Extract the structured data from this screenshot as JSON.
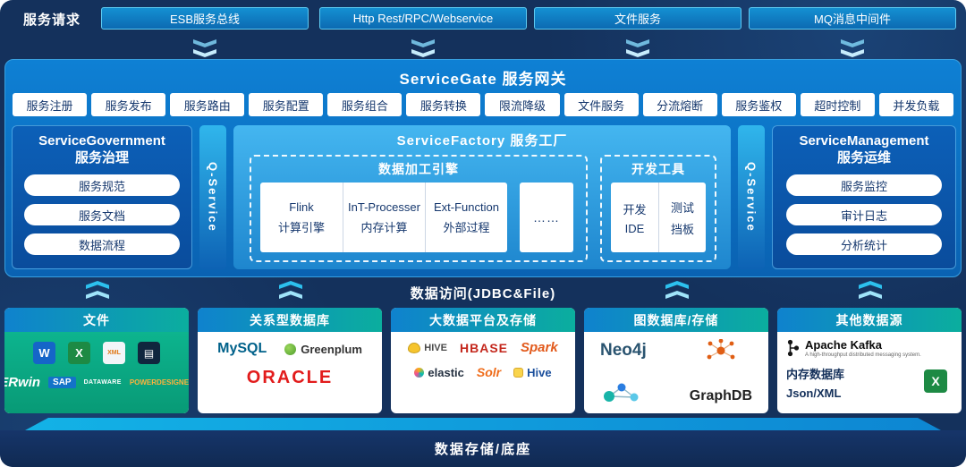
{
  "request_bar": {
    "label": "服务请求",
    "channels": [
      "ESB服务总线",
      "Http Rest/RPC/Webservice",
      "文件服务",
      "MQ消息中间件"
    ]
  },
  "gateway": {
    "title": "ServiceGate 服务网关",
    "features": [
      "服务注册",
      "服务发布",
      "服务路由",
      "服务配置",
      "服务组合",
      "服务转换",
      "限流降级",
      "文件服务",
      "分流熔断",
      "服务鉴权",
      "超时控制",
      "并发负载"
    ]
  },
  "q_service": "Q-Service",
  "governance": {
    "title_en": "ServiceGovernment",
    "title_cn": "服务治理",
    "items": [
      "服务规范",
      "服务文档",
      "数据流程"
    ]
  },
  "factory": {
    "title": "ServiceFactory 服务工厂",
    "engine": {
      "title": "数据加工引擎",
      "cells": [
        {
          "line1": "Flink",
          "line2": "计算引擎"
        },
        {
          "line1": "InT-Processer",
          "line2": "内存计算"
        },
        {
          "line1": "Ext-Function",
          "line2": "外部过程"
        }
      ],
      "more": "……"
    },
    "devtools": {
      "title": "开发工具",
      "cells": [
        {
          "line1": "开发",
          "line2": "IDE"
        },
        {
          "line1": "测试",
          "line2": "挡板"
        }
      ]
    }
  },
  "management": {
    "title_en": "ServiceManagement",
    "title_cn": "服务运维",
    "items": [
      "服务监控",
      "审计日志",
      "分析统计"
    ]
  },
  "data_access": {
    "label": "数据访问(JDBC&File)"
  },
  "datasources": [
    {
      "title": "文件",
      "icons": [
        {
          "name": "word",
          "glyph": "W"
        },
        {
          "name": "excel",
          "glyph": "X"
        },
        {
          "name": "xml",
          "glyph": "XML"
        },
        {
          "name": "data",
          "glyph": "▤"
        }
      ],
      "logos": [
        {
          "name": "erwin",
          "text": "ERwin"
        },
        {
          "name": "sap",
          "text": "SAP"
        },
        {
          "name": "dataware",
          "text": "DATAWARE"
        },
        {
          "name": "powerdesigner",
          "text": "POWERDESIGNER"
        }
      ]
    },
    {
      "title": "关系型数据库",
      "logos": [
        {
          "name": "mysql",
          "text": "MySQL"
        },
        {
          "name": "greenplum",
          "text": "Greenplum"
        },
        {
          "name": "oracle",
          "text": "ORACLE"
        }
      ]
    },
    {
      "title": "大数据平台及存储",
      "logos": [
        {
          "name": "hive",
          "text": "HIVE"
        },
        {
          "name": "hbase",
          "text": "HBASE"
        },
        {
          "name": "spark",
          "text": "Spark"
        },
        {
          "name": "elastic",
          "text": "elastic"
        },
        {
          "name": "solr",
          "text": "Solr"
        },
        {
          "name": "hive2",
          "text": "Hive"
        }
      ]
    },
    {
      "title": "图数据库/存储",
      "logos": [
        {
          "name": "neo4j",
          "text": "Neo4j"
        },
        {
          "name": "graphdb",
          "text": "GraphDB"
        }
      ]
    },
    {
      "title": "其他数据源",
      "logos": [
        {
          "name": "kafka",
          "text": "Apache Kafka"
        },
        {
          "name": "memdb",
          "text": "内存数据库"
        },
        {
          "name": "jsonxml",
          "text": "Json/XML"
        }
      ],
      "kafka_tagline": "A high-throughput distributed messaging system.",
      "excel_glyph": "X"
    }
  ],
  "storage_bar": {
    "label": "数据存储/底座"
  }
}
